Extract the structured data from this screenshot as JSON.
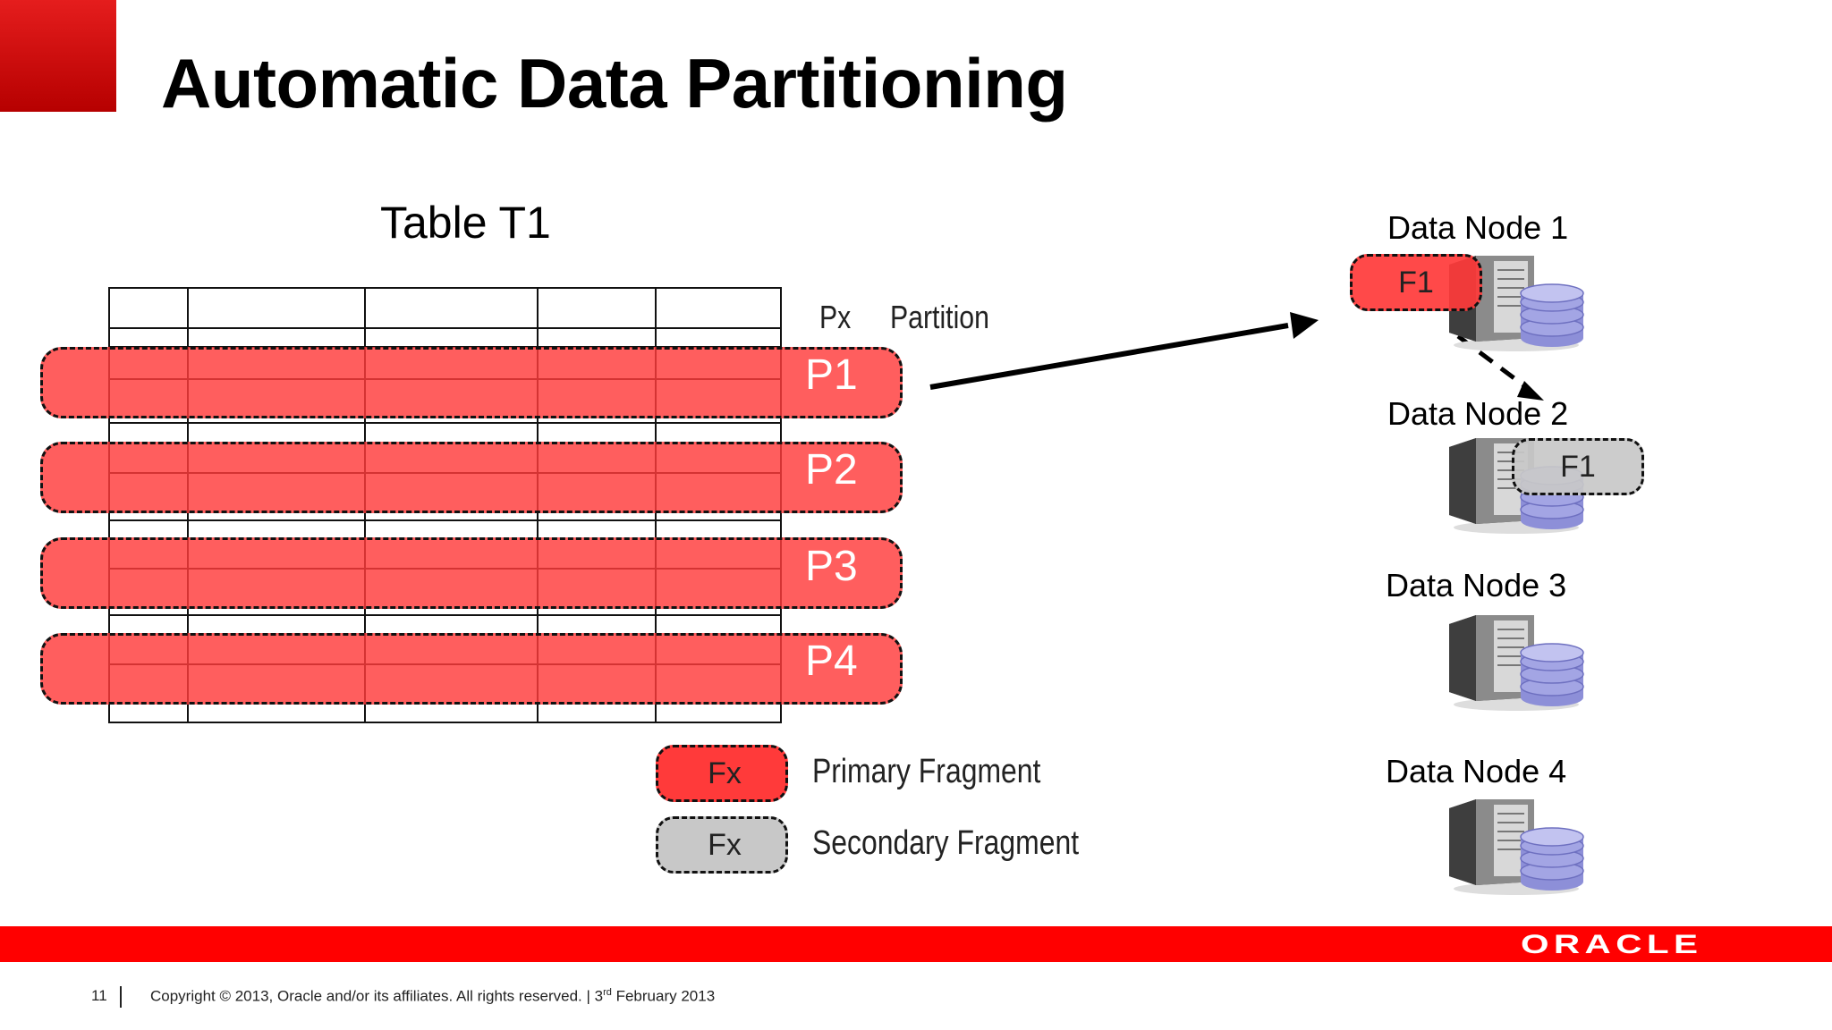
{
  "title": "Automatic Data Partitioning",
  "table": {
    "label": "Table T1",
    "header_px": "Px",
    "header_partition": "Partition"
  },
  "partitions": [
    {
      "label": "P1"
    },
    {
      "label": "P2"
    },
    {
      "label": "P3"
    },
    {
      "label": "P4"
    }
  ],
  "legend": {
    "primary": {
      "chip": "Fx",
      "text": "Primary Fragment",
      "color": "#ff3a3a"
    },
    "secondary": {
      "chip": "Fx",
      "text": "Secondary Fragment",
      "color": "#c8c8c8"
    }
  },
  "data_nodes": [
    {
      "label": "Data Node 1",
      "fragment": "F1",
      "fragment_type": "primary"
    },
    {
      "label": "Data Node 2",
      "fragment": "F1",
      "fragment_type": "secondary"
    },
    {
      "label": "Data Node 3"
    },
    {
      "label": "Data Node 4"
    }
  ],
  "footer": {
    "page_number": "11",
    "copyright_pre": "Copyright © 2013, Oracle and/or its affiliates. All rights reserved. | 3",
    "copyright_sup": "rd",
    "copyright_post": " February 2013",
    "logo": "ORACLE"
  },
  "colors": {
    "accent": "#ff0000",
    "primary_fragment": "#ff3a3a",
    "secondary_fragment": "#c8c8c8"
  }
}
